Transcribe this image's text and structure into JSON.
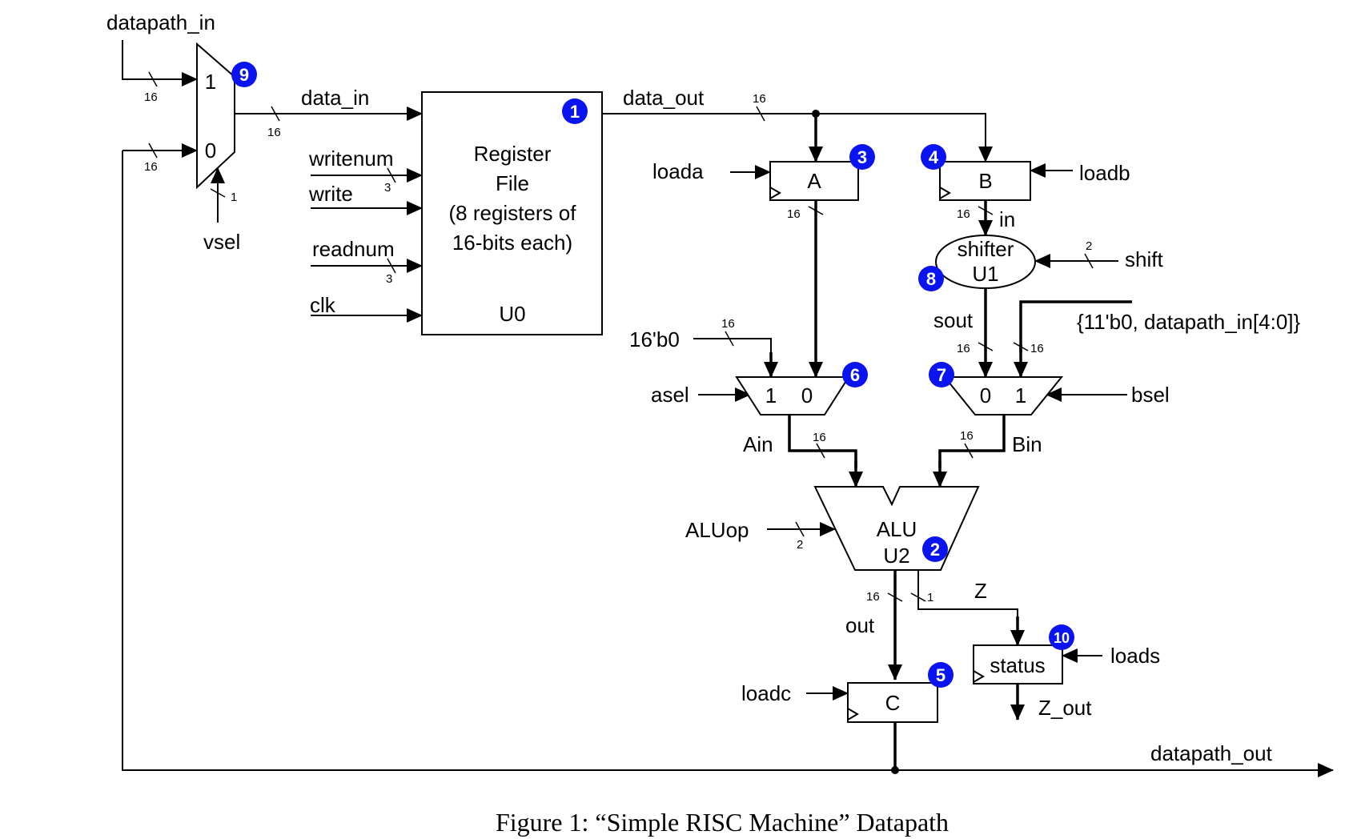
{
  "labels": {
    "datapath_in": "datapath_in",
    "data_in": "data_in",
    "data_out": "data_out",
    "writenum": "writenum",
    "write": "write",
    "readnum": "readnum",
    "clk": "clk",
    "vsel": "vsel",
    "loada": "loada",
    "loadb": "loadb",
    "in": "in",
    "shift": "shift",
    "sout": "sout",
    "imm": "{11'b0, datapath_in[4:0]}",
    "zero16": "16'b0",
    "asel": "asel",
    "bsel": "bsel",
    "ain": "Ain",
    "bin": "Bin",
    "aluop": "ALUop",
    "out": "out",
    "z": "Z",
    "loads": "loads",
    "z_out": "Z_out",
    "loadc": "loadc",
    "datapath_out": "datapath_out"
  },
  "blocks": {
    "regfile": {
      "line1": "Register",
      "line2": "File",
      "line3": "(8 registers of",
      "line4": "16-bits each)",
      "name": "U0"
    },
    "reg_a": "A",
    "reg_b": "B",
    "shifter": {
      "line1": "shifter",
      "line2": "U1"
    },
    "alu": {
      "line1": "ALU",
      "line2": "U2"
    },
    "reg_c": "C",
    "status": "status"
  },
  "mux_inputs": {
    "one": "1",
    "zero": "0"
  },
  "widths": {
    "w16": "16",
    "w3": "3",
    "w2": "2",
    "w1": "1"
  },
  "badges": [
    "1",
    "2",
    "3",
    "4",
    "5",
    "6",
    "7",
    "8",
    "9",
    "10"
  ],
  "caption": "Figure 1: “Simple RISC Machine” Datapath",
  "colors": {
    "badge": "#0a14f0",
    "line": "#000000"
  }
}
